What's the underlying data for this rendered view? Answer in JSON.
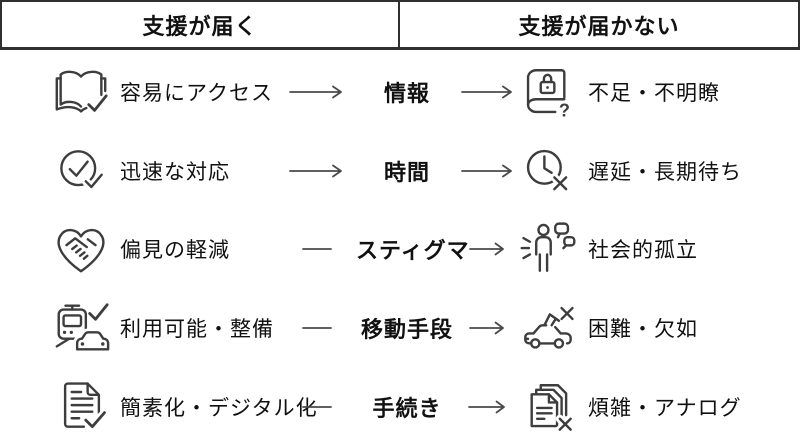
{
  "title": "支援が届く vs 支援が届かない 比較図",
  "header": {
    "left": "支援が届く",
    "right": "支援が届かない"
  },
  "rows": [
    {
      "id": "information",
      "left_icon": "open-book-check",
      "left_label": "容易にアクセス",
      "category": "情報",
      "right_icon": "locked-book-question",
      "right_label": "不足・不明瞭"
    },
    {
      "id": "time",
      "left_icon": "clock-check",
      "left_label": "迅速な対応",
      "category": "時間",
      "right_icon": "clock-x",
      "right_label": "遅延・長期待ち"
    },
    {
      "id": "stigma",
      "left_icon": "handshake-heart",
      "left_label": "偏見の軽減",
      "category": "スティグマ",
      "right_icon": "isolated-person",
      "right_label": "社会的孤立"
    },
    {
      "id": "transport",
      "left_icon": "transit-check",
      "left_label": "利用可能・整備",
      "category": "移動手段",
      "right_icon": "broken-car-x",
      "right_label": "困難・欠如"
    },
    {
      "id": "procedures",
      "left_icon": "document-check",
      "left_label": "簡素化・デジタル化",
      "category": "手続き",
      "right_icon": "documents-x",
      "right_label": "煩雑・アナログ"
    }
  ],
  "colors": {
    "icon_stroke": "#3d3d3d",
    "arrow": "#4a4a4a",
    "text": "#111111",
    "border": "#2f2f2f",
    "background": "#ffffff"
  }
}
